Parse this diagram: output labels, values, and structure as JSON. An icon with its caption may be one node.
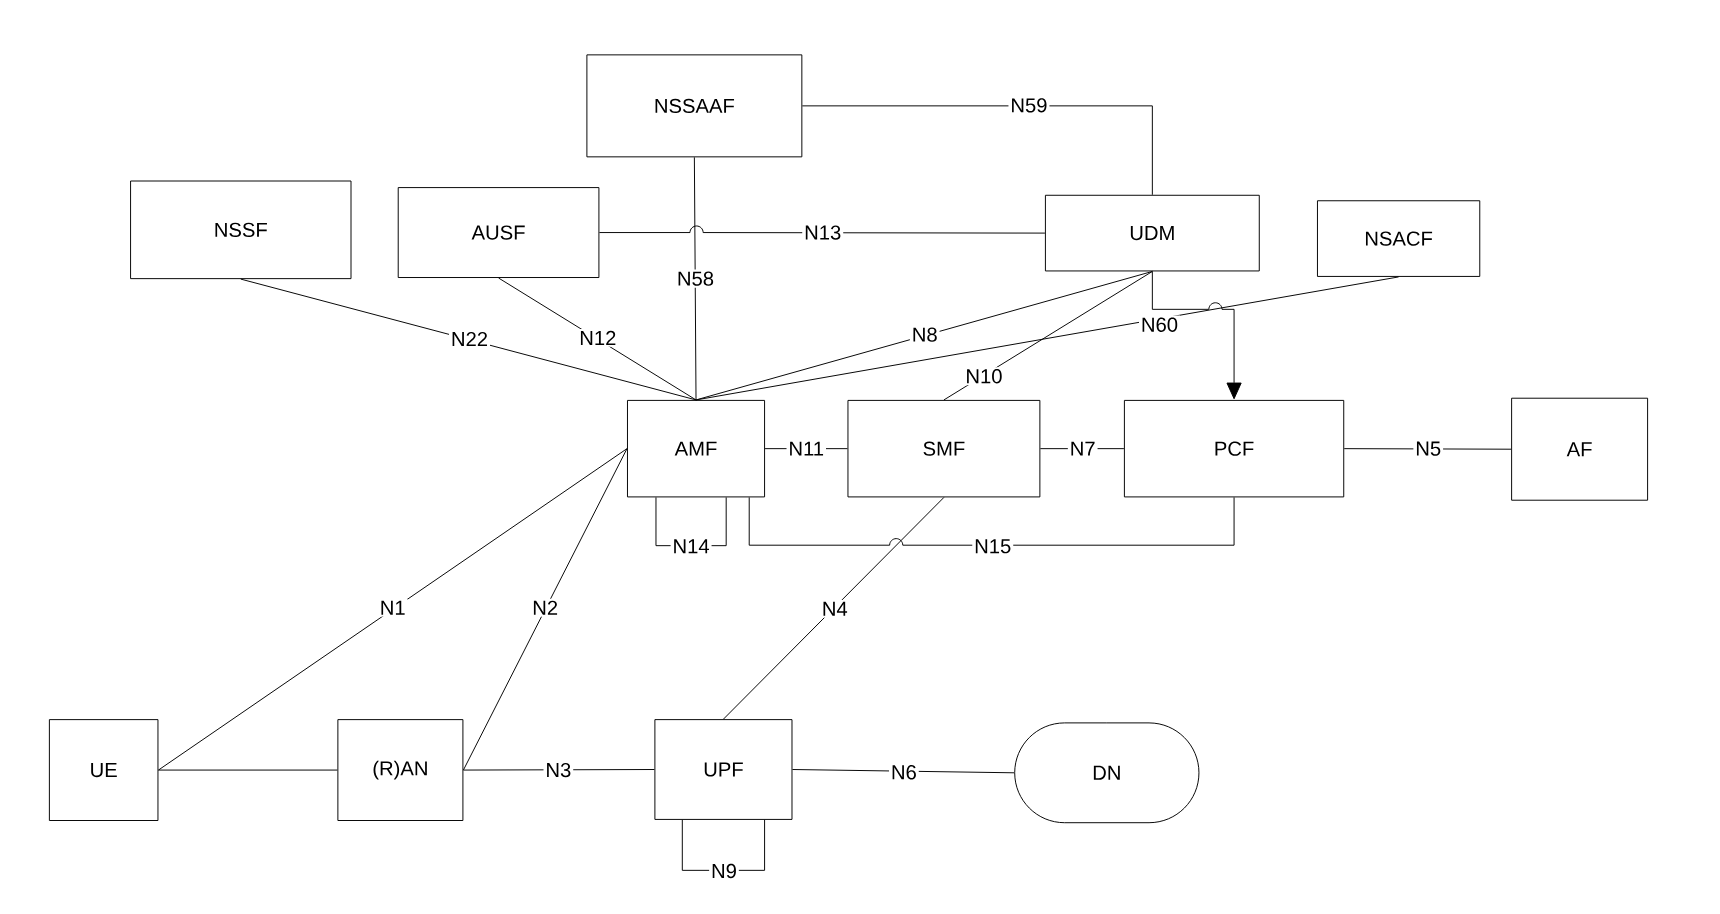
{
  "diagram": {
    "nodes": [
      {
        "text": [
          "NSSAAF"
        ]
      },
      {
        "text": [
          "NSSF"
        ]
      },
      {
        "text": [
          "AUSF"
        ]
      },
      {
        "text": [
          "UDM"
        ]
      },
      {
        "text": [
          "NSACF"
        ]
      },
      {
        "text": [
          "AMF"
        ]
      },
      {
        "text": [
          "SMF"
        ]
      },
      {
        "text": [
          "PCF"
        ]
      },
      {
        "text": [
          "AF"
        ]
      },
      {
        "text": [
          "UE"
        ]
      },
      {
        "text": [
          "(R)AN"
        ]
      },
      {
        "text": [
          "UPF"
        ]
      },
      {
        "text": [
          "DN"
        ]
      }
    ],
    "edges": [
      {
        "from": 0,
        "to": 3,
        "arrow": "none",
        "label": "N59"
      },
      {
        "from": 2,
        "to": 3,
        "arrow": "none",
        "label": "N13"
      },
      {
        "from": 0,
        "to": 5,
        "arrow": "none",
        "label": "N58"
      },
      {
        "from": 1,
        "to": 5,
        "arrow": "none",
        "label": "N22"
      },
      {
        "from": 2,
        "to": 5,
        "arrow": "none",
        "label": "N12"
      },
      {
        "from": 3,
        "to": 5,
        "arrow": "none",
        "label": "N8"
      },
      {
        "from": 4,
        "to": 5,
        "arrow": "none",
        "label": "N60"
      },
      {
        "from": 3,
        "to": 6,
        "arrow": "none",
        "label": "N10"
      },
      {
        "from": 3,
        "to": 7,
        "arrow": "to"
      },
      {
        "from": 5,
        "to": 6,
        "arrow": "none",
        "label": "N11"
      },
      {
        "from": 6,
        "to": 7,
        "arrow": "none",
        "label": "N7"
      },
      {
        "from": 7,
        "to": 8,
        "arrow": "none",
        "label": "N5"
      },
      {
        "from": 5,
        "to": 5,
        "arrow": "none",
        "label": "N14"
      },
      {
        "from": 5,
        "to": 7,
        "arrow": "none",
        "label": "N15"
      },
      {
        "from": 5,
        "to": 9,
        "arrow": "none",
        "label": "N1"
      },
      {
        "from": 5,
        "to": 10,
        "arrow": "none",
        "label": "N2"
      },
      {
        "from": 6,
        "to": 11,
        "arrow": "none",
        "label": "N4"
      },
      {
        "from": 9,
        "to": 10,
        "arrow": "none"
      },
      {
        "from": 10,
        "to": 11,
        "arrow": "none",
        "label": "N3"
      },
      {
        "from": 11,
        "to": 12,
        "arrow": "none",
        "label": "N6"
      },
      {
        "from": 11,
        "to": 11,
        "arrow": "none",
        "label": "N9"
      }
    ]
  }
}
